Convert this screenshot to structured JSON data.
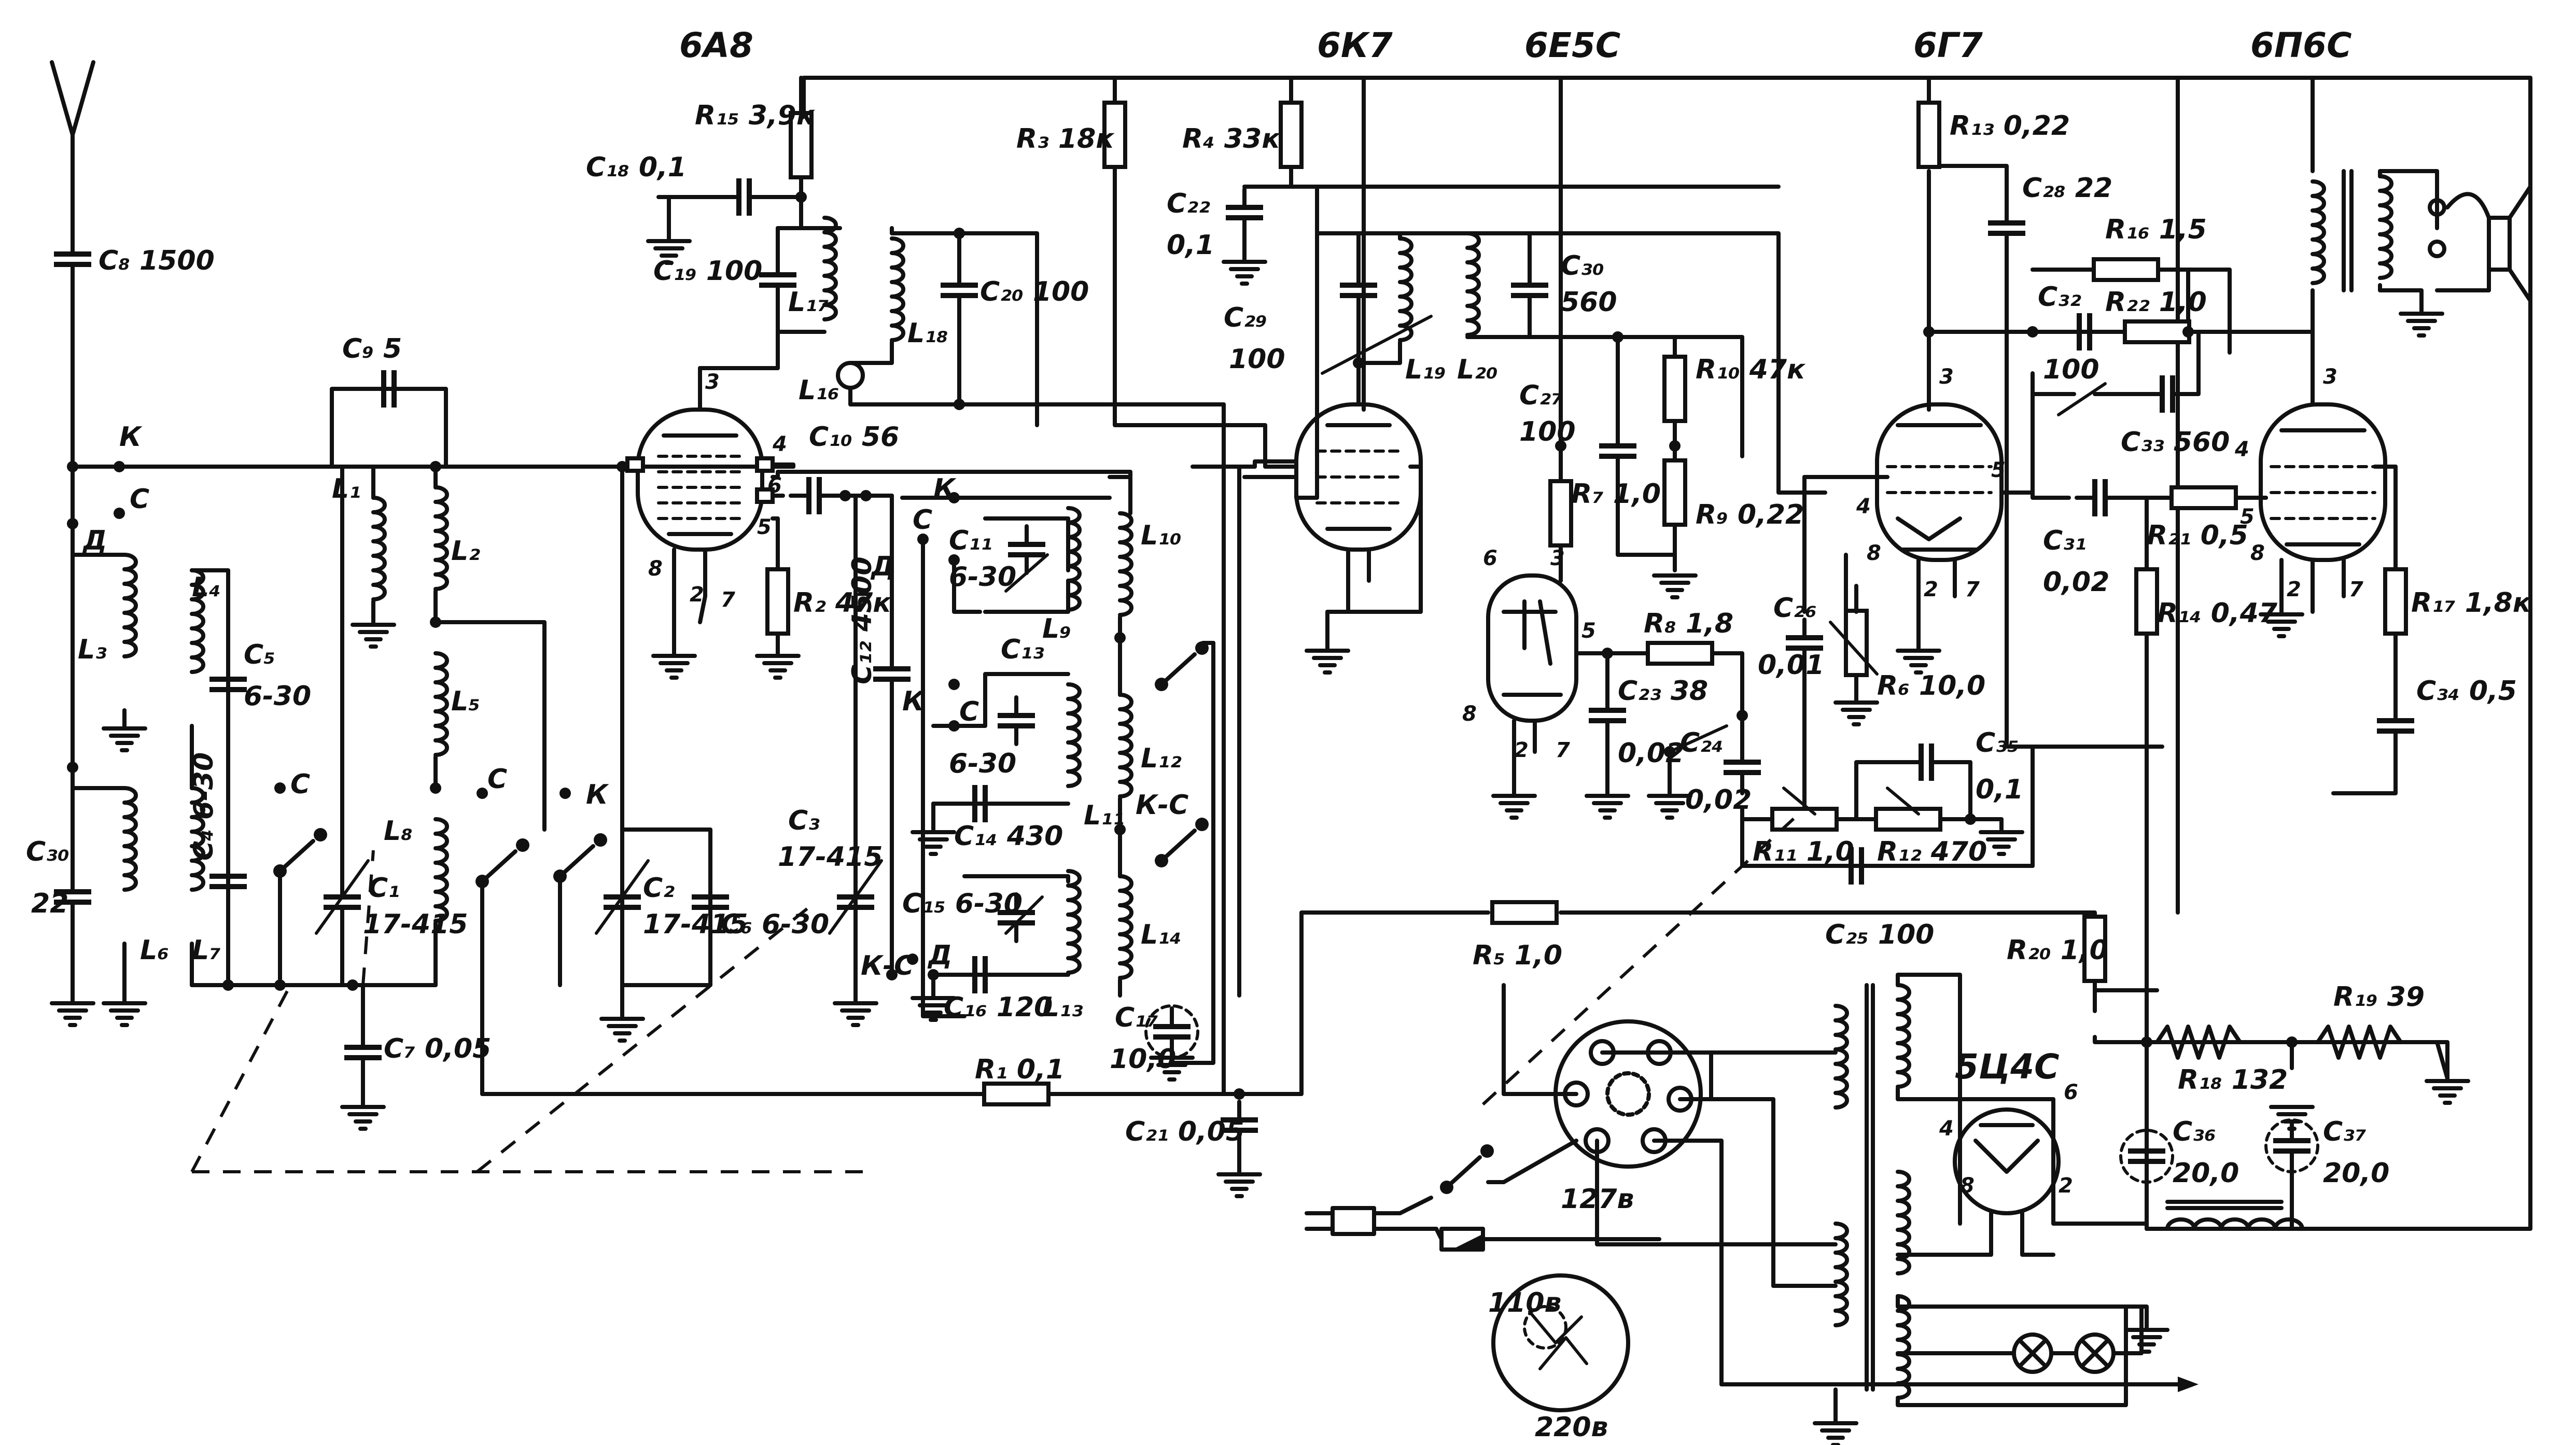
{
  "tubes": {
    "mixer": "6А8",
    "if_amp": "6К7",
    "indicator": "6Е5С",
    "detector": "6Г7",
    "output": "6П6С",
    "rectifier": "5Ц4С"
  },
  "resistors": [
    {
      "id": "r15",
      "label": "R₁₅ 3,9к"
    },
    {
      "id": "r3",
      "label": "R₃ 18к"
    },
    {
      "id": "r4",
      "label": "R₄ 33к"
    },
    {
      "id": "r13",
      "label": "R₁₃ 0,22"
    },
    {
      "id": "r16",
      "label": "R₁₆ 1,5"
    },
    {
      "id": "r22",
      "label": "R₂₂ 1,0"
    },
    {
      "id": "r10",
      "label": "R₁₀ 47к"
    },
    {
      "id": "r7",
      "label": "R₇ 1,0"
    },
    {
      "id": "r9",
      "label": "R₉ 0,22"
    },
    {
      "id": "r8",
      "label": "R₈ 1,8"
    },
    {
      "id": "r2",
      "label": "R₂ 47к"
    },
    {
      "id": "r6",
      "label": "R₆ 10,0"
    },
    {
      "id": "r21",
      "label": "R₂₁ 0,5"
    },
    {
      "id": "r14",
      "label": "R₁₄ 0,47"
    },
    {
      "id": "r17",
      "label": "R₁₇ 1,8к"
    },
    {
      "id": "r11",
      "label": "R₁₁ 1,0"
    },
    {
      "id": "r12",
      "label": "R₁₂ 470"
    },
    {
      "id": "r5",
      "label": "R₅ 1,0"
    },
    {
      "id": "r20",
      "label": "R₂₀ 1,0"
    },
    {
      "id": "r19",
      "label": "R₁₉ 39"
    },
    {
      "id": "r18",
      "label": "R₁₈ 132"
    },
    {
      "id": "r1",
      "label": "R₁ 0,1"
    }
  ],
  "capacitors": [
    {
      "id": "c8",
      "label": "C₈ 1500"
    },
    {
      "id": "c30a",
      "label": "C₃₀"
    },
    {
      "id": "c30a_v",
      "label": "22"
    },
    {
      "id": "c9",
      "label": "C₉ 5"
    },
    {
      "id": "c5",
      "label": "C₅"
    },
    {
      "id": "c5_v",
      "label": "6-30"
    },
    {
      "id": "c4",
      "label": "C₄ 6-30"
    },
    {
      "id": "c1",
      "label": "C₁"
    },
    {
      "id": "c1_v",
      "label": "17-415"
    },
    {
      "id": "c7",
      "label": "C₇ 0,05"
    },
    {
      "id": "c2",
      "label": "C₂"
    },
    {
      "id": "c2_v",
      "label": "17-415"
    },
    {
      "id": "c6",
      "label": "C₆ 6-30"
    },
    {
      "id": "c3",
      "label": "C₃"
    },
    {
      "id": "c3_v",
      "label": "17-415"
    },
    {
      "id": "c18",
      "label": "C₁₈ 0,1"
    },
    {
      "id": "c19",
      "label": "C₁₉ 100"
    },
    {
      "id": "c20",
      "label": "C₂₀ 100"
    },
    {
      "id": "c10",
      "label": "C₁₀ 56"
    },
    {
      "id": "c12",
      "label": "C₁₂ 4500"
    },
    {
      "id": "c11",
      "label": "C₁₁"
    },
    {
      "id": "c11_v",
      "label": "6-30"
    },
    {
      "id": "c13",
      "label": "C₁₃"
    },
    {
      "id": "c13_v",
      "label": "6-30"
    },
    {
      "id": "c14",
      "label": "C₁₄ 430"
    },
    {
      "id": "c15",
      "label": "C₁₅ 6-30"
    },
    {
      "id": "c16",
      "label": "C₁₆ 120"
    },
    {
      "id": "c17",
      "label": "C₁₇"
    },
    {
      "id": "c17_v",
      "label": "10,0"
    },
    {
      "id": "c21",
      "label": "C₂₁ 0,05"
    },
    {
      "id": "c22",
      "label": "C₂₂"
    },
    {
      "id": "c22_v",
      "label": "0,1"
    },
    {
      "id": "c29",
      "label": "C₂₉"
    },
    {
      "id": "c29_v",
      "label": "100"
    },
    {
      "id": "c30b",
      "label": "C₃₀"
    },
    {
      "id": "c30b_v",
      "label": "560"
    },
    {
      "id": "c27",
      "label": "C₂₇"
    },
    {
      "id": "c27_v",
      "label": "100"
    },
    {
      "id": "c23",
      "label": "C₂₃ 38"
    },
    {
      "id": "c23_v",
      "label": "0,02"
    },
    {
      "id": "c24",
      "label": "C₂₄"
    },
    {
      "id": "c24_v",
      "label": "0,02"
    },
    {
      "id": "c26",
      "label": "C₂₆"
    },
    {
      "id": "c26_v",
      "label": "0,01"
    },
    {
      "id": "c28",
      "label": "C₂₈ 22"
    },
    {
      "id": "c32",
      "label": "C₃₂"
    },
    {
      "id": "c32_v",
      "label": "100"
    },
    {
      "id": "c33",
      "label": "C₃₃ 560"
    },
    {
      "id": "c31",
      "label": "C₃₁"
    },
    {
      "id": "c31_v",
      "label": "0,02"
    },
    {
      "id": "c34",
      "label": "C₃₄ 0,5"
    },
    {
      "id": "c35",
      "label": "C₃₅"
    },
    {
      "id": "c35_v",
      "label": "0,1"
    },
    {
      "id": "c25",
      "label": "C₂₅ 100"
    },
    {
      "id": "c36",
      "label": "C₃₆"
    },
    {
      "id": "c36_v",
      "label": "20,0"
    },
    {
      "id": "c37",
      "label": "C₃₇"
    },
    {
      "id": "c37_v",
      "label": "20,0"
    }
  ],
  "inductors": [
    {
      "id": "l3",
      "label": "L₃"
    },
    {
      "id": "l6",
      "label": "L₆"
    },
    {
      "id": "l4",
      "label": "L₄"
    },
    {
      "id": "l7",
      "label": "L₇"
    },
    {
      "id": "l1",
      "label": "L₁"
    },
    {
      "id": "l2",
      "label": "L₂"
    },
    {
      "id": "l5",
      "label": "L₅"
    },
    {
      "id": "l8",
      "label": "L₈"
    },
    {
      "id": "l17",
      "label": "L₁₇"
    },
    {
      "id": "l18",
      "label": "L₁₈"
    },
    {
      "id": "l16",
      "label": "L₁₆"
    },
    {
      "id": "l9",
      "label": "L₉"
    },
    {
      "id": "l10",
      "label": "L₁₀"
    },
    {
      "id": "l11",
      "label": "L₁₁"
    },
    {
      "id": "l12",
      "label": "L₁₂"
    },
    {
      "id": "l13",
      "label": "L₁₃"
    },
    {
      "id": "l14",
      "label": "L₁₄"
    },
    {
      "id": "l19",
      "label": "L₁₉"
    },
    {
      "id": "l20",
      "label": "L₂₀"
    }
  ],
  "band_switch": [
    "К",
    "С",
    "Д",
    "К-С"
  ],
  "pins": [
    "3",
    "4",
    "5",
    "6",
    "7",
    "8",
    "2"
  ],
  "mains": {
    "v127": "127в",
    "v110": "110в",
    "v220": "220в"
  }
}
